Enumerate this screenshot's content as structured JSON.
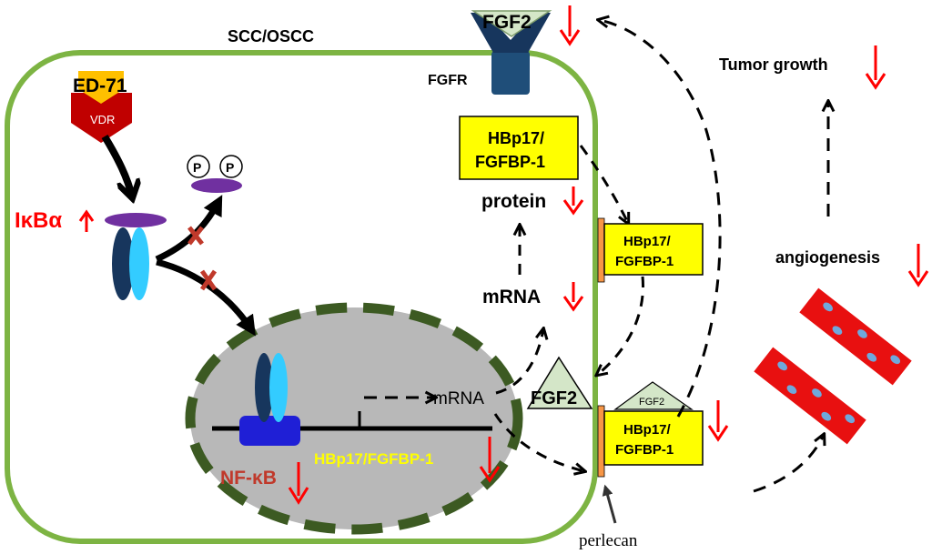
{
  "labels": {
    "cell": "SCC/OSCC",
    "drug": "ED-71",
    "receptor": "VDR",
    "ikba": "IκBα",
    "phospho_p1": "P",
    "phospho_p2": "P",
    "nfkb": "NF-κB",
    "gene": "HBp17/FGFBP-1",
    "nuclear_mrna": "mRNA",
    "mrna": "mRNA",
    "protein": "protein",
    "hbp17_cyto_line1": "HBp17/",
    "hbp17_cyto_line2": "FGFBP-1",
    "hbp17_mem_line1": "HBp17/",
    "hbp17_mem_line2": "FGFBP-1",
    "hbp17_bound_line1": "HBp17/",
    "hbp17_bound_line2": "FGFBP-1",
    "fgf2_top": "FGF2",
    "fgfr": "FGFR",
    "fgf2_mid": "FGF2",
    "fgf2_small": "FGF2",
    "perlecan": "perlecan",
    "tumor_growth": "Tumor growth",
    "angiogenesis": "angiogenesis"
  },
  "colors": {
    "membrane": "#7db443",
    "nucleus_fill": "#b8b8b8",
    "nuclear_envelope": "#3c5a22",
    "ed71": "#ffc000",
    "vdr": "#c00000",
    "purple": "#7030a0",
    "dark_blue": "#17365d",
    "cyan": "#33ccff",
    "nfkb_box": "#1f1fd6",
    "yellow_box": "#ffff00",
    "fgf2_green": "#d4e6c8",
    "fgfr_blue": "#1f4e79",
    "orange_bar": "#f79646",
    "red": "#ff0000",
    "vessel_red": "#e81010",
    "vessel_cell": "#6fa8dc",
    "nfkb_text": "#c0392b",
    "gene_text": "#ffff00"
  },
  "icons": [
    "down-arrow-icon",
    "up-arrow-icon",
    "inhibition-x-icon",
    "dashed-arrow-icon",
    "blood-vessel-icon"
  ]
}
